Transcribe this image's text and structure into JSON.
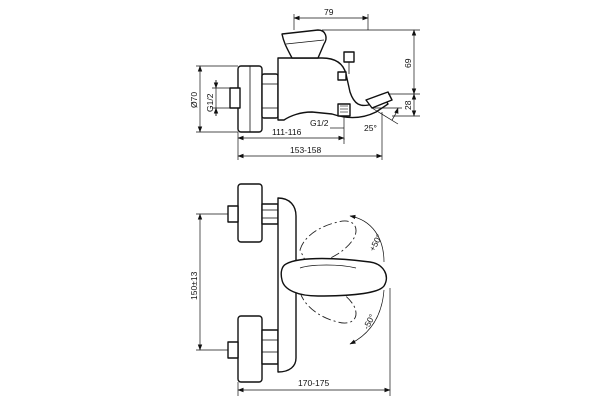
{
  "side_view": {
    "width_top": "79",
    "body_height": "69",
    "spout_height": "28",
    "spout_angle": "25°",
    "flange_diameter": "Ø70",
    "inlet_thread_left": "G1/2",
    "outlet_thread": "G1/2",
    "projection_inner": "111-116",
    "projection_outer": "153-158"
  },
  "front_view": {
    "centres": "150±13",
    "handle_angle_up": "+50°",
    "handle_angle_down": "-50°",
    "overall_width": "170-175"
  }
}
